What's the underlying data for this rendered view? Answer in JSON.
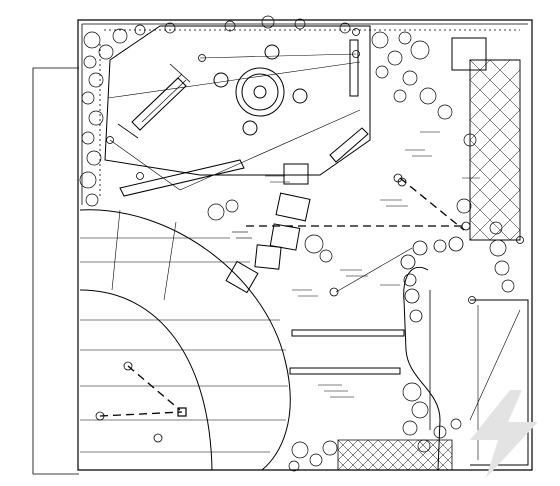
{
  "drawing": {
    "kind": "garden landscape plan (CAD line drawing)",
    "line_color": "#000000",
    "background_color": "#ffffff",
    "watermark_color": "#e3e3e3"
  },
  "watermark": {
    "kind": "logo",
    "shape": "stylized-lightning-bolt"
  }
}
